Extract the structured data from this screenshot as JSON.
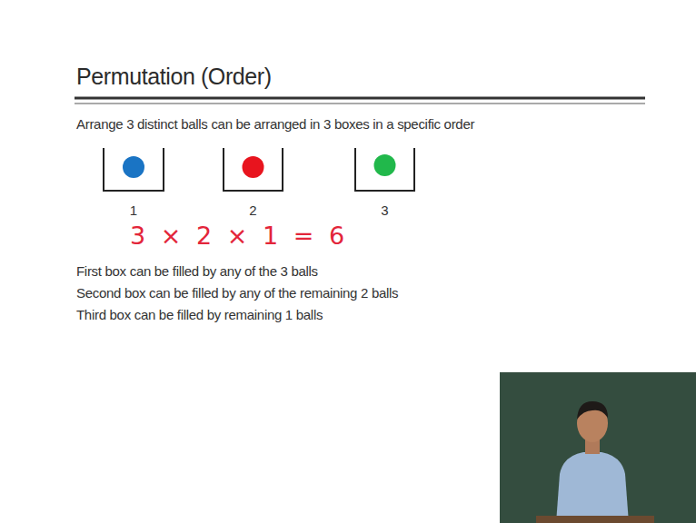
{
  "diagram": {
    "title": "Permutation (Order)",
    "nodes": [
      {
        "text": [
          "1"
        ]
      },
      {
        "text": [
          "2"
        ]
      },
      {
        "text": [
          "3"
        ]
      }
    ],
    "labels": [
      "Arrange 3 distinct balls can be arranged in 3 boxes in a specific order",
      "3 × 2 × 1 = 6",
      "First box can be filled by any of the 3 balls",
      "Second box can be filled by any of the remaining 2 balls",
      "Third box can be filled by remaining 1 balls"
    ]
  }
}
